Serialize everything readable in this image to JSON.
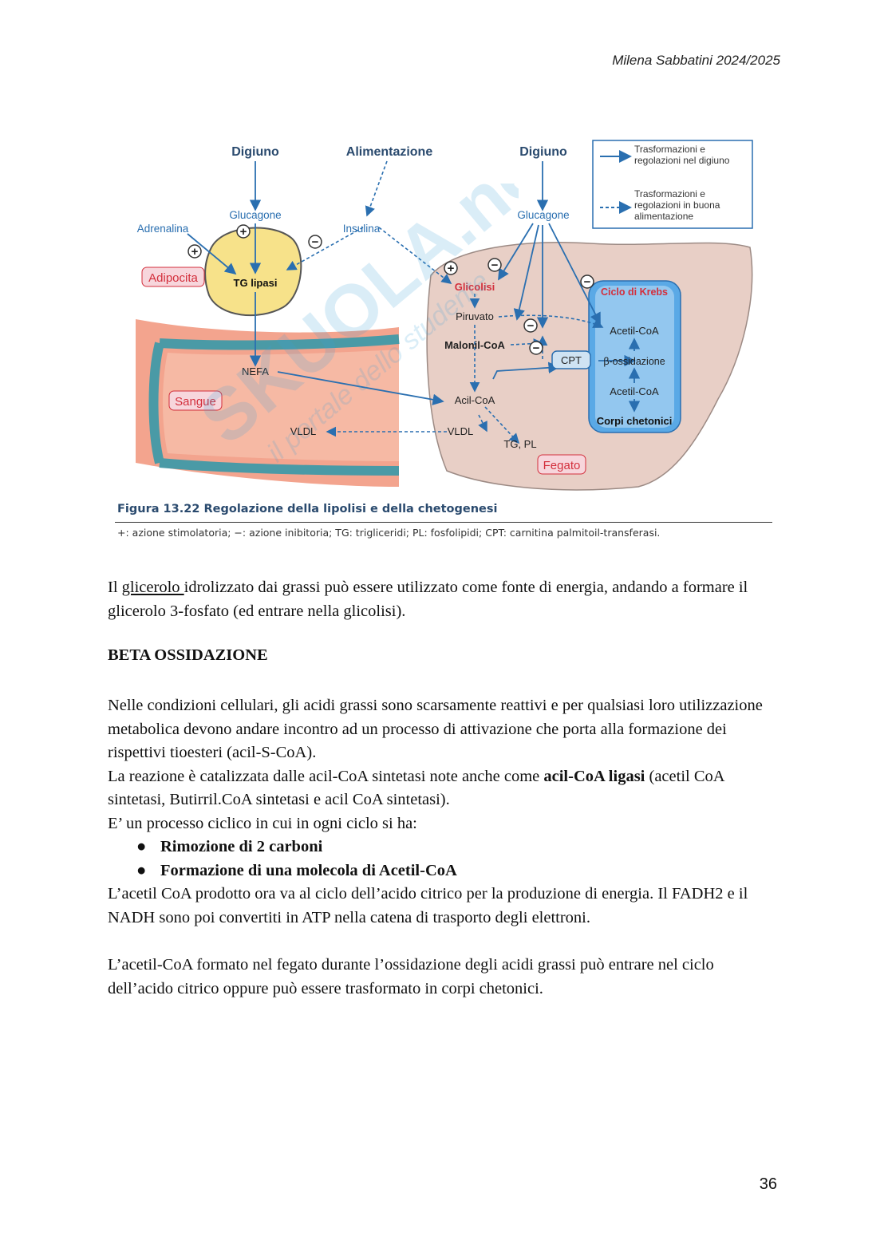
{
  "header": {
    "author": "Milena Sabbatini 2024/2025"
  },
  "figure": {
    "labels": {
      "digiuno_left": "Digiuno",
      "alimentazione": "Alimentazione",
      "digiuno_right": "Digiuno",
      "glucagone_left": "Glucagone",
      "glucagone_right": "Glucagone",
      "adrenalina": "Adrenalina",
      "insulina": "Insulina",
      "adipocita": "Adipocita",
      "tg_lipasi": "TG lipasi",
      "sangue": "Sangue",
      "nefa": "NEFA",
      "vldl_blood": "VLDL",
      "glicolisi": "Glicolisi",
      "piruvato": "Piruvato",
      "malonil_coa": "Malonil-CoA",
      "cpt": "CPT",
      "acil_coa": "Acil-CoA",
      "vldl_liver": "VLDL",
      "tg_pl": "TG, PL",
      "fegato": "Fegato",
      "ciclo_di_krebs": "Ciclo di Krebs",
      "acetil_coa_top": "Acetil-CoA",
      "beta_ossidazione": "β-ossidazione",
      "acetil_coa_bottom": "Acetil-CoA",
      "corpi_chetonici": "Corpi chetonici",
      "plus": "+",
      "minus": "−"
    },
    "legend": {
      "solid": "Trasformazioni e regolazioni nel digiuno",
      "dashed": "Trasformazioni e regolazioni in buona alimentazione"
    },
    "watermark": {
      "brand": "SKUOLA.net",
      "tagline": "il portale dello studente"
    },
    "caption_title": "Figura 13.22 Regolazione della lipolisi e della chetogenesi",
    "caption_desc": "+: azione stimolatoria; −: azione inibitoria; TG: trigliceridi; PL: fosfolipidi; CPT: carnitina palmitoil-transferasi.",
    "colors": {
      "arrow": "#2a6fb0",
      "liver": "#e8cfc6",
      "adipocyte": "#f7e28a",
      "vessel": "#f3a48e",
      "krebs_box": "#5aa9e6",
      "red_text": "#d32f3c"
    }
  },
  "body": {
    "p1_a": "Il ",
    "p1_u": "glicerolo ",
    "p1_b": "idrolizzato dai grassi può essere utilizzato come fonte di energia, andando a formare il glicerolo 3-fosfato (ed entrare nella glicolisi).",
    "heading": "BETA OSSIDAZIONE",
    "p2_l1": "Nelle condizioni cellulari, gli acidi grassi sono scarsamente reattivi e per qualsiasi loro utilizzazione metabolica devono andare incontro ad un processo di attivazione che porta alla formazione dei rispettivi tioesteri (acil-S-CoA).",
    "p2_l2a": "La reazione è catalizzata dalle acil-CoA sintetasi note anche come ",
    "p2_l2b": "acil-CoA ligasi",
    "p2_l2c": " (acetil CoA sintetasi, Butirril.CoA sintetasi e acil CoA sintetasi).",
    "p2_l3": "E’ un processo ciclico in cui in ogni ciclo si ha:",
    "bullets": [
      "Rimozione di 2 carboni",
      "Formazione di una molecola di Acetil-CoA"
    ],
    "p2_l4": "L’acetil CoA prodotto ora va al ciclo dell’acido citrico per la produzione di energia. Il FADH2 e il NADH sono poi convertiti in ATP nella catena di trasporto degli elettroni.",
    "p3": "L’acetil-CoA formato nel fegato durante l’ossidazione degli acidi grassi può entrare nel ciclo dell’acido citrico oppure può essere trasformato in corpi chetonici."
  },
  "page_number": "36"
}
